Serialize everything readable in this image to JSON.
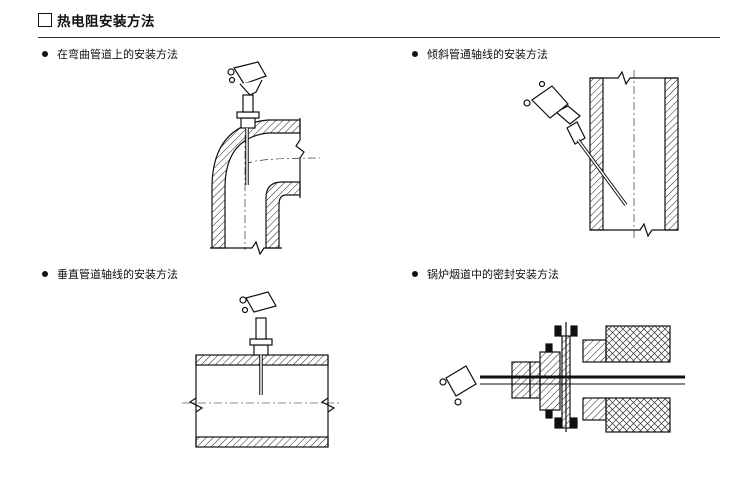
{
  "header": {
    "title": "热电阻安装方法"
  },
  "sections": [
    {
      "caption": "在弯曲管道上的安装方法"
    },
    {
      "caption": "倾斜管通轴线的安装方法"
    },
    {
      "caption": "垂直管道轴线的安装方法"
    },
    {
      "caption": "锅炉烟道中的密封安装方法"
    }
  ]
}
